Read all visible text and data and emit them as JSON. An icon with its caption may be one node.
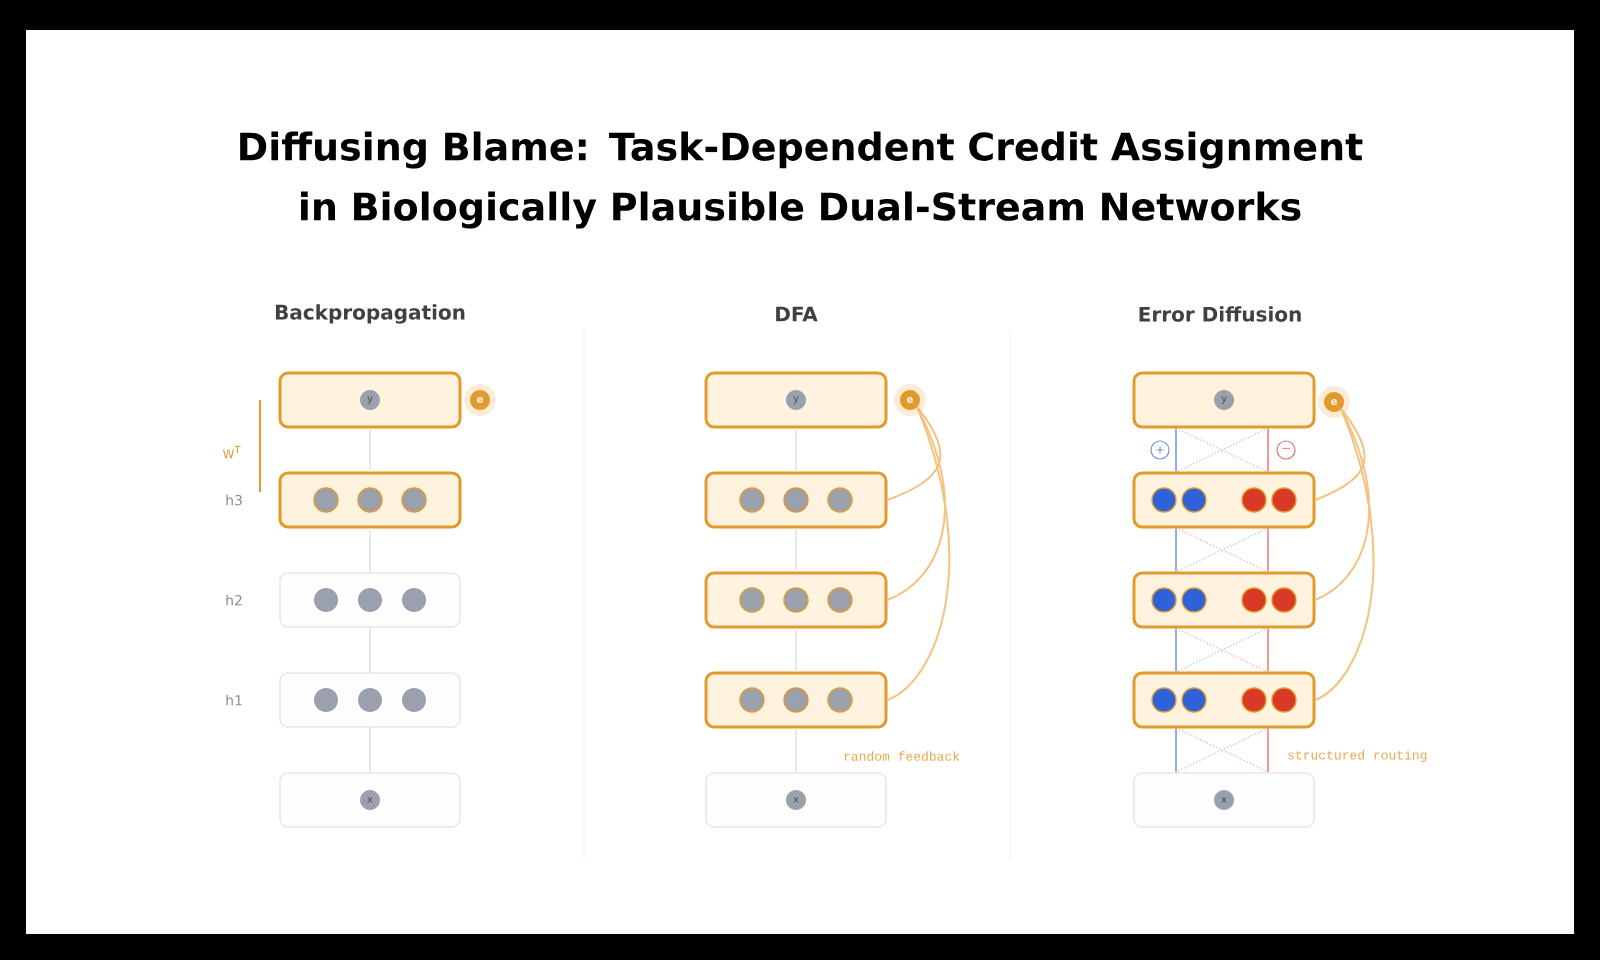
{
  "diagram": {
    "title": "Diffusing Blame: Task-Dependent Credit Assignment in Biologically Plausible Dual-Stream Networks",
    "nodes": [
      {
        "text": [
          "y"
        ]
      },
      {
        "text": [],
        "shape": "box",
        "beside": [
          "h3"
        ]
      },
      {
        "text": [],
        "shape": "box",
        "beside": [
          "h2"
        ]
      },
      {
        "text": [],
        "shape": "box",
        "beside": [
          "h1"
        ]
      },
      {
        "text": [
          "x"
        ]
      },
      {
        "text": [
          "e"
        ]
      },
      {
        "text": [
          "y"
        ]
      },
      {
        "text": [],
        "shape": "box"
      },
      {
        "text": [],
        "shape": "box"
      },
      {
        "text": [],
        "shape": "box"
      },
      {
        "text": [
          "x"
        ]
      },
      {
        "text": [
          "e"
        ]
      },
      {
        "text": [
          "y"
        ]
      },
      {
        "text": [],
        "shape": "box"
      },
      {
        "text": [],
        "shape": "box"
      },
      {
        "text": [],
        "shape": "box"
      },
      {
        "text": [
          "x"
        ]
      },
      {
        "text": [
          "e"
        ]
      }
    ],
    "edges": [
      {
        "from": 0,
        "to": 1,
        "arrow": "none"
      },
      {
        "from": 1,
        "to": 2,
        "arrow": "none"
      },
      {
        "from": 2,
        "to": 3,
        "arrow": "none"
      },
      {
        "from": 3,
        "to": 4,
        "arrow": "none"
      },
      {
        "from": 6,
        "to": 7,
        "arrow": "none"
      },
      {
        "from": 7,
        "to": 8,
        "arrow": "none"
      },
      {
        "from": 8,
        "to": 9,
        "arrow": "none"
      },
      {
        "from": 9,
        "to": 10,
        "arrow": "none"
      },
      {
        "from": 11,
        "to": 7,
        "arrow": "none",
        "color": "#f5c27e"
      },
      {
        "from": 11,
        "to": 8,
        "arrow": "none",
        "color": "#f5c27e"
      },
      {
        "from": 11,
        "to": 9,
        "arrow": "none",
        "color": "#f5c27e"
      },
      {
        "from": 12,
        "to": 13,
        "arrow": "none",
        "color": "#8fb0ee"
      },
      {
        "from": 13,
        "to": 14,
        "arrow": "none",
        "color": "#8fb0ee"
      },
      {
        "from": 14,
        "to": 15,
        "arrow": "none",
        "color": "#8fb0ee"
      },
      {
        "from": 15,
        "to": 16,
        "arrow": "none",
        "color": "#8fb0ee"
      },
      {
        "from": 12,
        "to": 13,
        "arrow": "none",
        "color": "#f29a90"
      },
      {
        "from": 13,
        "to": 14,
        "arrow": "none",
        "color": "#f29a90"
      },
      {
        "from": 14,
        "to": 15,
        "arrow": "none",
        "color": "#f29a90"
      },
      {
        "from": 15,
        "to": 16,
        "arrow": "none",
        "color": "#f29a90"
      },
      {
        "from": 17,
        "to": 13,
        "arrow": "none",
        "color": "#f5c27e"
      },
      {
        "from": 17,
        "to": 14,
        "arrow": "none",
        "color": "#f5c27e"
      },
      {
        "from": 17,
        "to": 15,
        "arrow": "none",
        "color": "#f5c27e"
      }
    ],
    "labels": [
      "Backpropagation",
      "DFA",
      "Error Diffusion",
      "W$^{T}$",
      "+",
      "−",
      "random feedback",
      "structured routing"
    ]
  }
}
